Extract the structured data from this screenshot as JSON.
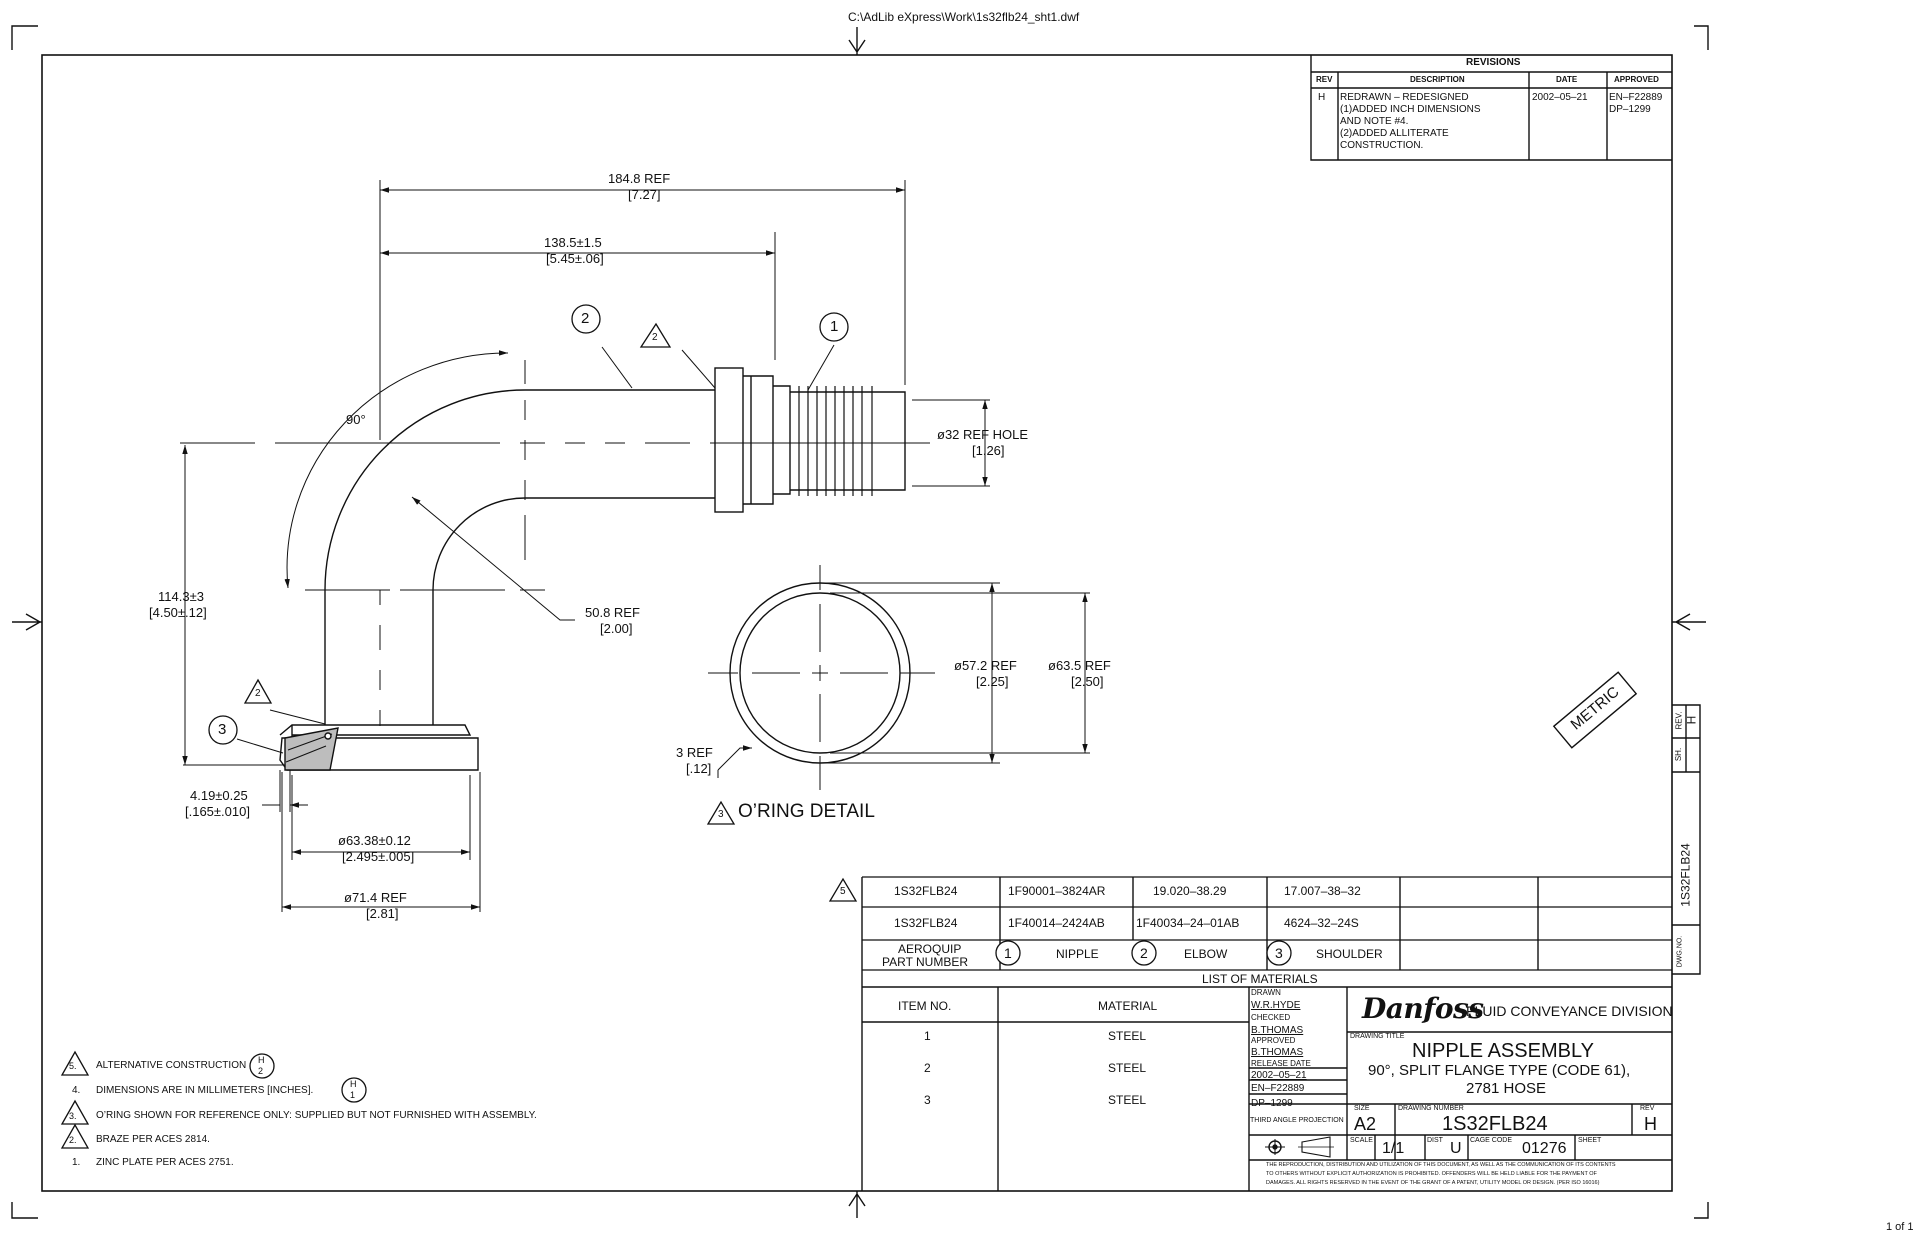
{
  "viewer": {
    "file_path": "C:\\AdLib eXpress\\Work\\1s32flb24_sht1.dwf",
    "page_counter": "1 of 1"
  },
  "revisions": {
    "title": "REVISIONS",
    "headers": [
      "REV",
      "DESCRIPTION",
      "DATE",
      "APPROVED"
    ],
    "row": {
      "rev": "H",
      "description": [
        "REDRAWN – REDESIGNED",
        "(1)ADDED INCH DIMENSIONS",
        "AND NOTE #4.",
        "(2)ADDED ALLITERATE",
        "CONSTRUCTION."
      ],
      "date": "2002–05–21",
      "approved": [
        "EN–F22889",
        "DP–1299"
      ]
    }
  },
  "dimensions": {
    "d184": [
      "184.8 REF",
      "[7.27]"
    ],
    "d138": [
      "138.5±1.5",
      "[5.45±.06]"
    ],
    "angle": "90°",
    "hole": [
      "ø32 REF HOLE",
      "[1.26]"
    ],
    "d114": [
      "114.3±3",
      "[4.50±.12]"
    ],
    "d508": [
      "50.8 REF",
      "[2.00]"
    ],
    "d419": [
      "4.19±0.25",
      "[.165±.010]"
    ],
    "d6338": [
      "ø63.38±0.12",
      "[2.495±.005]"
    ],
    "d714": [
      "ø71.4 REF",
      "[2.81]"
    ],
    "d572": [
      "ø57.2 REF",
      "[2.25]"
    ],
    "d635": [
      "ø63.5 REF",
      "[2.50]"
    ],
    "d3": [
      "3 REF",
      "[.12]"
    ]
  },
  "balloons": {
    "b1": "1",
    "b2": "2",
    "b3": "3",
    "tri2": "2",
    "tri3": "3",
    "tri5": "5"
  },
  "oring_detail_title": "O’RING DETAIL",
  "metric_stamp": "METRIC",
  "part_table": {
    "rows": [
      [
        "1S32FLB24",
        "1F90001–3824AR",
        "19.020–38.29",
        "17.007–38–32"
      ],
      [
        "1S32FLB24",
        "1F40014–2424AB",
        "1F40034–24–01AB",
        "4624–32–24S"
      ]
    ],
    "header_label": [
      "AEROQUIP",
      "PART NUMBER"
    ],
    "items": [
      {
        "num": "1",
        "name": "NIPPLE"
      },
      {
        "num": "2",
        "name": "ELBOW"
      },
      {
        "num": "3",
        "name": "SHOULDER"
      }
    ]
  },
  "materials": {
    "title": "LIST OF MATERIALS",
    "col_item": "ITEM NO.",
    "col_material": "MATERIAL",
    "rows": [
      {
        "item": "1",
        "material": "STEEL"
      },
      {
        "item": "2",
        "material": "STEEL"
      },
      {
        "item": "3",
        "material": "STEEL"
      }
    ]
  },
  "title_block": {
    "drawn_label": "DRAWN",
    "drawn": "W.R.HYDE",
    "checked_label": "CHECKED",
    "checked": "B.THOMAS",
    "approved_label": "APPROVED",
    "approved": "B.THOMAS",
    "release_label": "RELEASE DATE",
    "release": "2002–05–21",
    "eco1": "EN–F22889",
    "eco2": "DP–1299",
    "projection_label": "THIRD ANGLE PROJECTION",
    "logo": "Danfoss",
    "division": "FLUID CONVEYANCE DIVISION",
    "drawing_title_label": "DRAWING TITLE",
    "title1": "NIPPLE ASSEMBLY",
    "title2": "90°, SPLIT FLANGE TYPE (CODE 61),",
    "title3": "2781 HOSE",
    "size_label": "SIZE",
    "size": "A2",
    "dwg_label": "DRAWING NUMBER",
    "dwg": "1S32FLB24",
    "rev_label": "REV",
    "rev": "H",
    "scale_label": "SCALE",
    "scale": "1/1",
    "dist_label": "DIST",
    "dist": "U",
    "cage_label": "CAGE CODE",
    "cage": "01276",
    "sheet_label": "SHEET",
    "legal": [
      "THE REPRODUCTION, DISTRIBUTION AND UTILIZATION OF THIS DOCUMENT, AS WELL AS THE COMMUNICATION OF ITS CONTENTS",
      "TO OTHERS WITHOUT EXPLICIT AUTHORIZATION IS PROHIBITED. OFFENDERS WILL BE HELD LIABLE FOR THE PAYMENT OF",
      "DAMAGES. ALL RIGHTS RESERVED IN THE EVENT OF THE GRANT OF A PATENT, UTILITY MODEL OR DESIGN. (PER ISO 16016)"
    ]
  },
  "side_strip": {
    "rev_label": "REV.",
    "rev": "H",
    "sh_label": "SH.",
    "dwg": "1S32FLB24",
    "dwgno_label": "DWG.NO."
  },
  "notes": [
    {
      "mark": "5.",
      "text": "ALTERNATIVE CONSTRUCTION",
      "ref_top": "H",
      "ref_bottom": "2"
    },
    {
      "mark": "4.",
      "text": "DIMENSIONS ARE IN MILLIMETERS [INCHES].",
      "ref_top": "H",
      "ref_bottom": "1"
    },
    {
      "mark": "3.",
      "text": "O’RING SHOWN FOR REFERENCE ONLY: SUPPLIED BUT NOT FURNISHED WITH ASSEMBLY."
    },
    {
      "mark": "2.",
      "text": "BRAZE PER ACES 2814."
    },
    {
      "mark": "1.",
      "text": "ZINC PLATE PER ACES 2751."
    }
  ]
}
